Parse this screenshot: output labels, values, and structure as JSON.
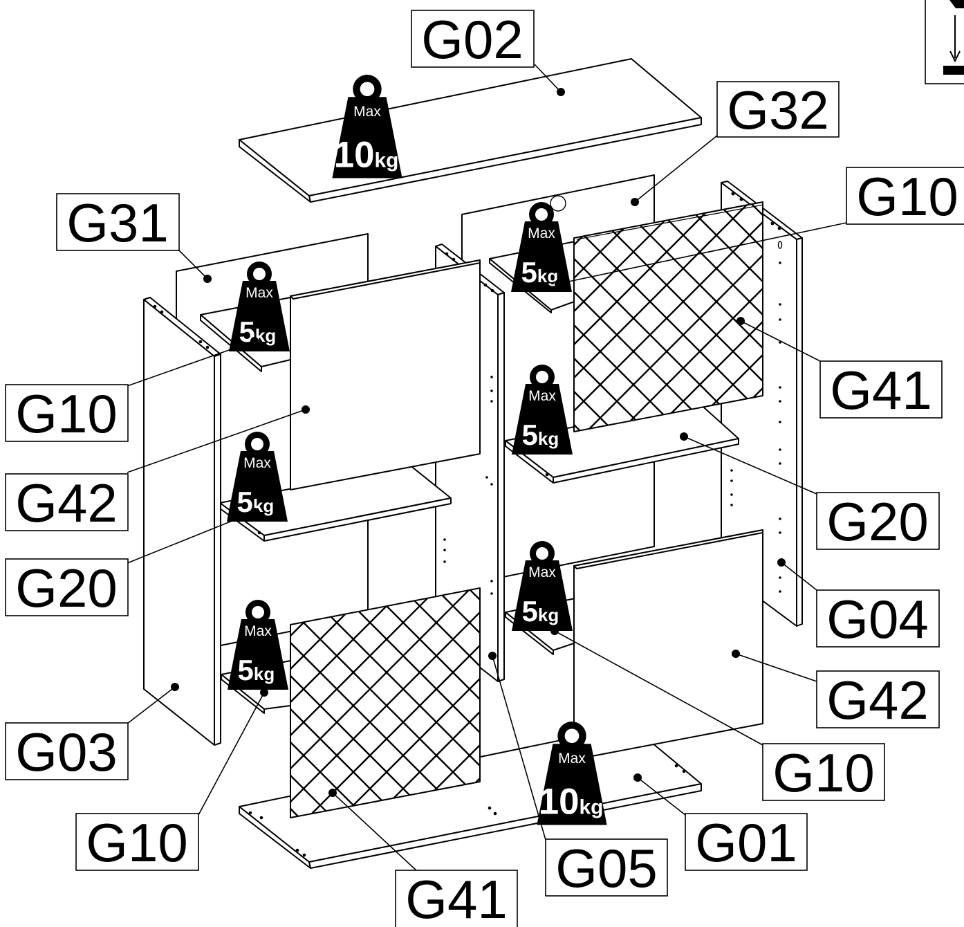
{
  "labels": {
    "g02": "G02",
    "g32": "G32",
    "g10_top_right": "G10",
    "g31": "G31",
    "g10_left": "G10",
    "g42_left": "G42",
    "g20_left": "G20",
    "g03": "G03",
    "g10_bottom_left": "G10",
    "g41_bottom": "G41",
    "g05": "G05",
    "g01": "G01",
    "g10_bottom_right": "G10",
    "g42_right": "G42",
    "g04": "G04",
    "g20_right": "G20",
    "g41_right": "G41"
  },
  "weights": {
    "max_label": "Max",
    "top_shelf": {
      "value": "10",
      "unit": "kg"
    },
    "right_upper_shelf": {
      "value": "5",
      "unit": "kg"
    },
    "left_upper_shelf": {
      "value": "5",
      "unit": "kg"
    },
    "right_middle_shelf": {
      "value": "5",
      "unit": "kg"
    },
    "left_middle_shelf": {
      "value": "5",
      "unit": "kg"
    },
    "right_lower_shelf": {
      "value": "5",
      "unit": "kg"
    },
    "left_lower_shelf": {
      "value": "5",
      "unit": "kg"
    },
    "bottom_board": {
      "value": "10",
      "unit": "kg"
    }
  },
  "colors": {
    "ink": "#000000",
    "paper": "#ffffff"
  }
}
